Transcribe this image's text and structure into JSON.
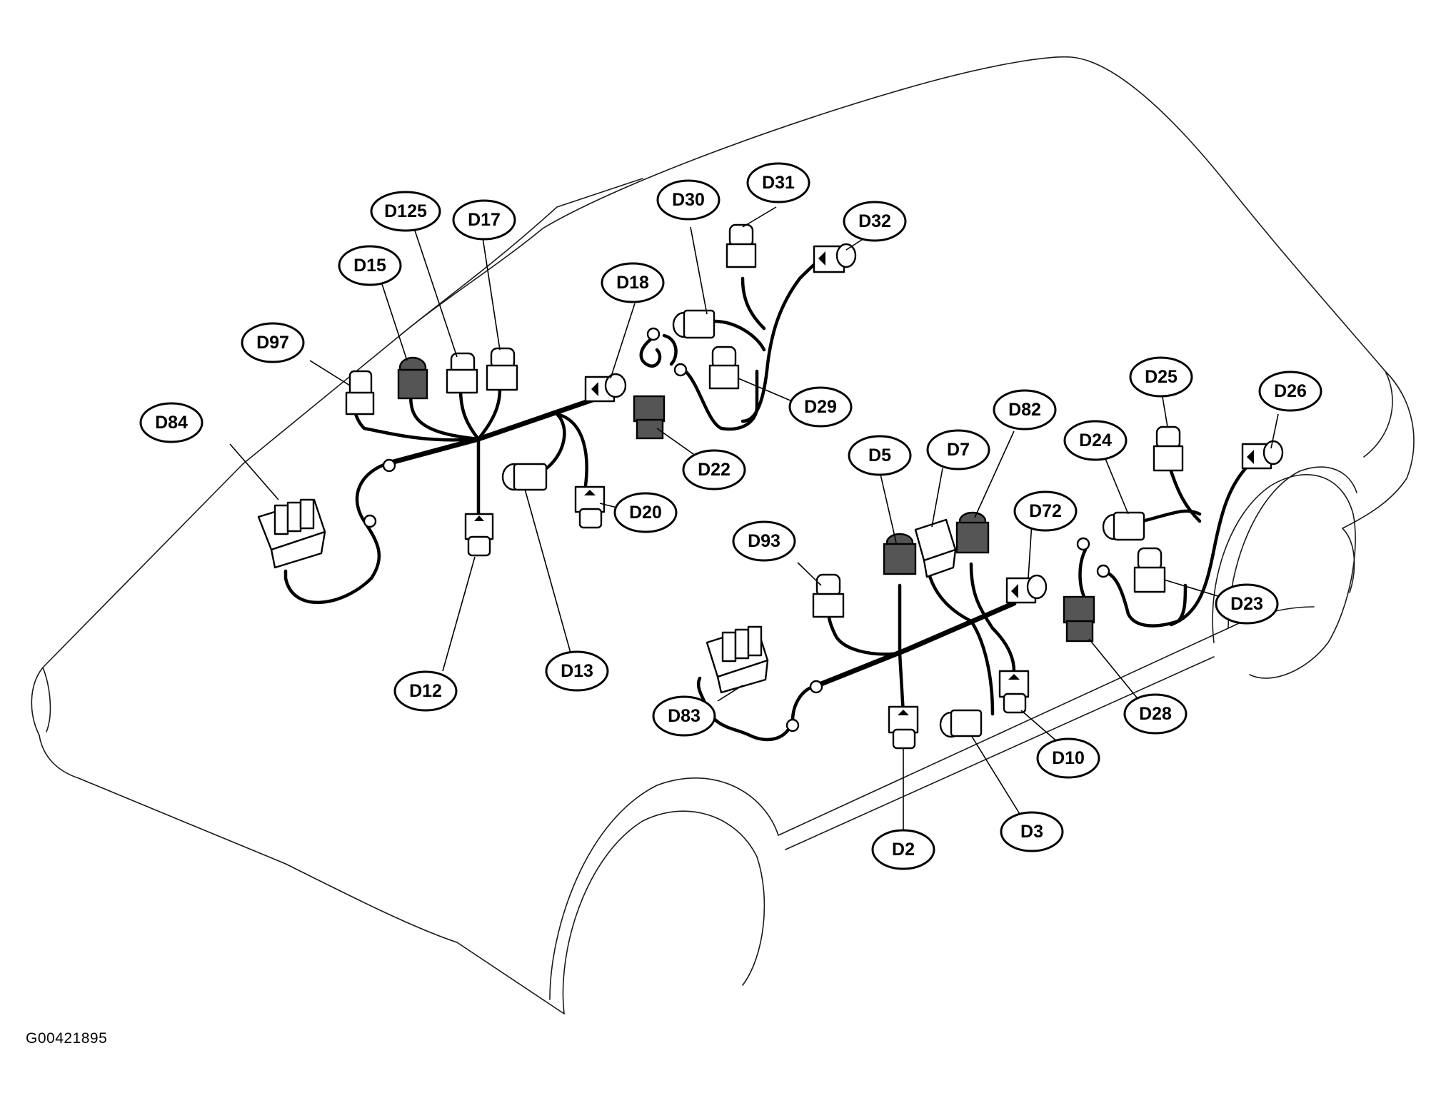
{
  "figure_id": "G00421895",
  "callouts": [
    {
      "id": "D2",
      "label": "D2"
    },
    {
      "id": "D3",
      "label": "D3"
    },
    {
      "id": "D5",
      "label": "D5"
    },
    {
      "id": "D7",
      "label": "D7"
    },
    {
      "id": "D10",
      "label": "D10"
    },
    {
      "id": "D12",
      "label": "D12"
    },
    {
      "id": "D13",
      "label": "D13"
    },
    {
      "id": "D15",
      "label": "D15"
    },
    {
      "id": "D17",
      "label": "D17"
    },
    {
      "id": "D18",
      "label": "D18"
    },
    {
      "id": "D20",
      "label": "D20"
    },
    {
      "id": "D22",
      "label": "D22"
    },
    {
      "id": "D23",
      "label": "D23"
    },
    {
      "id": "D24",
      "label": "D24"
    },
    {
      "id": "D25",
      "label": "D25"
    },
    {
      "id": "D26",
      "label": "D26"
    },
    {
      "id": "D28",
      "label": "D28"
    },
    {
      "id": "D29",
      "label": "D29"
    },
    {
      "id": "D30",
      "label": "D30"
    },
    {
      "id": "D31",
      "label": "D31"
    },
    {
      "id": "D32",
      "label": "D32"
    },
    {
      "id": "D72",
      "label": "D72"
    },
    {
      "id": "D82",
      "label": "D82"
    },
    {
      "id": "D83",
      "label": "D83"
    },
    {
      "id": "D84",
      "label": "D84"
    },
    {
      "id": "D93",
      "label": "D93"
    },
    {
      "id": "D97",
      "label": "D97"
    },
    {
      "id": "D125",
      "label": "D125"
    }
  ]
}
